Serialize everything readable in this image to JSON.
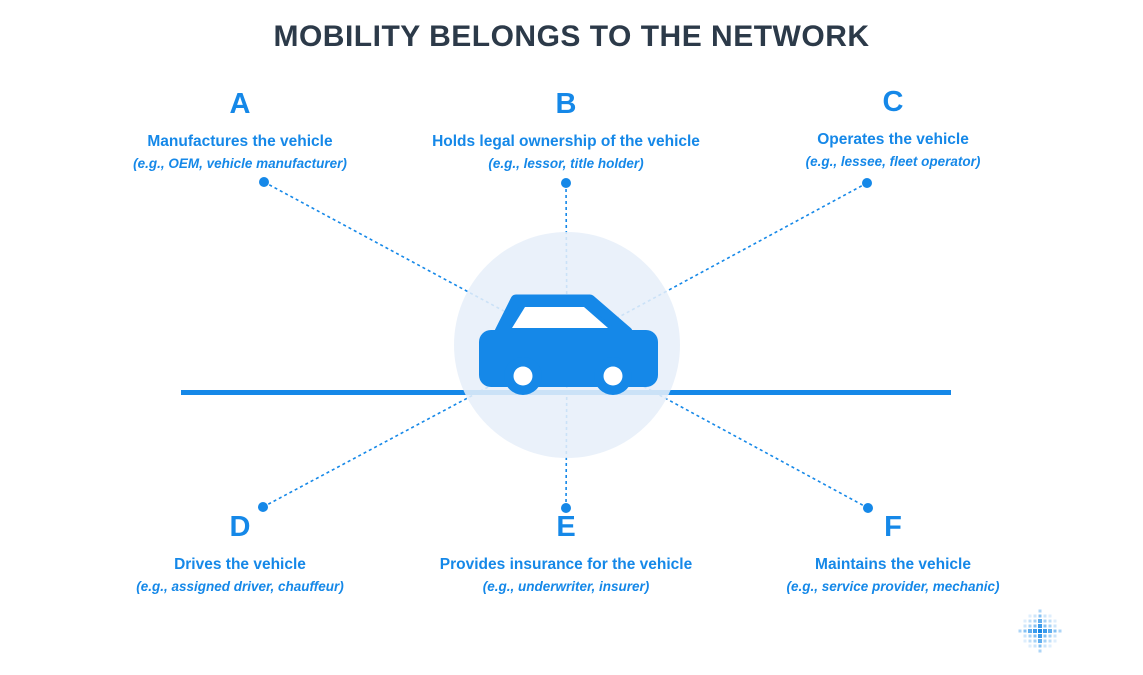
{
  "title": "MOBILITY BELONGS TO THE NETWORK",
  "colors": {
    "accent_blue": "#1588e8",
    "title_dark": "#2c3a49",
    "halo_light_blue": "#e7eff9"
  },
  "nodes": [
    {
      "id": "A",
      "role": "Manufactures the vehicle",
      "example": "(e.g., OEM, vehicle manufacturer)"
    },
    {
      "id": "B",
      "role": "Holds legal ownership of the vehicle",
      "example": "(e.g., lessor, title holder)"
    },
    {
      "id": "C",
      "role": "Operates the vehicle",
      "example": "(e.g., lessee, fleet operator)"
    },
    {
      "id": "D",
      "role": "Drives the vehicle",
      "example": "(e.g., assigned driver, chauffeur)"
    },
    {
      "id": "E",
      "role": "Provides insurance for the vehicle",
      "example": "(e.g., underwriter, insurer)"
    },
    {
      "id": "F",
      "role": "Maintains the vehicle",
      "example": "(e.g., service provider, mechanic)"
    }
  ],
  "center": {
    "icon": "car",
    "road": "road-line"
  }
}
